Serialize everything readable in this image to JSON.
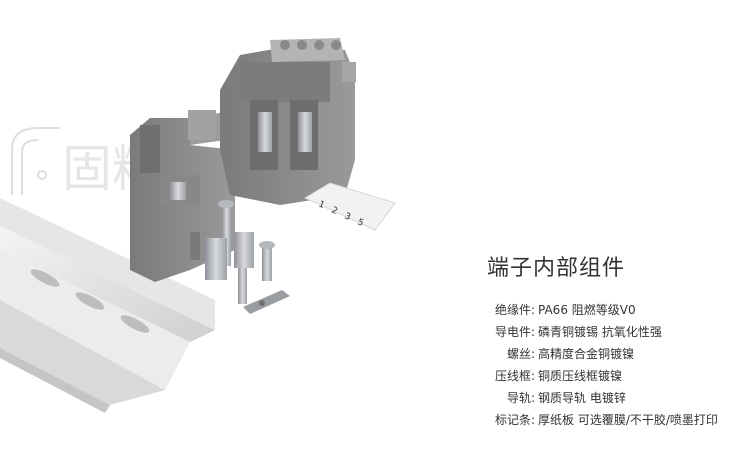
{
  "watermark": {
    "text": "固精电气"
  },
  "heading": "端子内部组件",
  "marker_numbers": [
    "1",
    "2",
    "3",
    "5"
  ],
  "specs": [
    {
      "label": "绝缘件:",
      "value": "PA66  阻燃等级V0"
    },
    {
      "label": "导电件:",
      "value": "磷青铜镀锡  抗氧化性强"
    },
    {
      "label": "螺丝:",
      "value": "高精度合金铜镀镍"
    },
    {
      "label": "压线框:",
      "value": "铜质压线框镀镍"
    },
    {
      "label": "导轨:",
      "value": "钢质导轨 电镀锌"
    },
    {
      "label": "标记条:",
      "value": "厚纸板 可选覆膜/不干胶/喷墨打印"
    }
  ]
}
